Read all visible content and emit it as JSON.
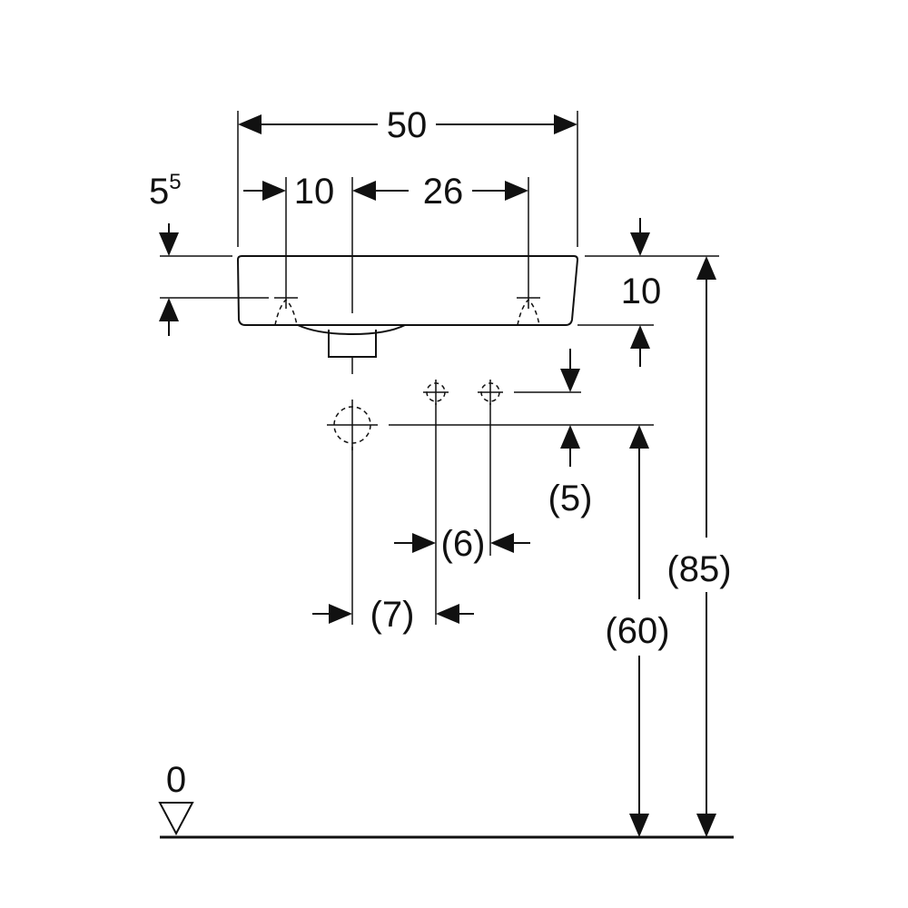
{
  "dimensions": {
    "overall_width": "50",
    "left_offset": "10",
    "tap_spacing": "26",
    "rim_offset_base": "5",
    "rim_offset_sup": "5",
    "basin_height": "10",
    "drain_offset": "(5)",
    "supply_spacing": "(6)",
    "drain_to_supply": "(7)",
    "drain_height": "(60)",
    "rim_height": "(85)",
    "floor_level": "0"
  },
  "colors": {
    "line": "#111111",
    "background": "#ffffff"
  }
}
